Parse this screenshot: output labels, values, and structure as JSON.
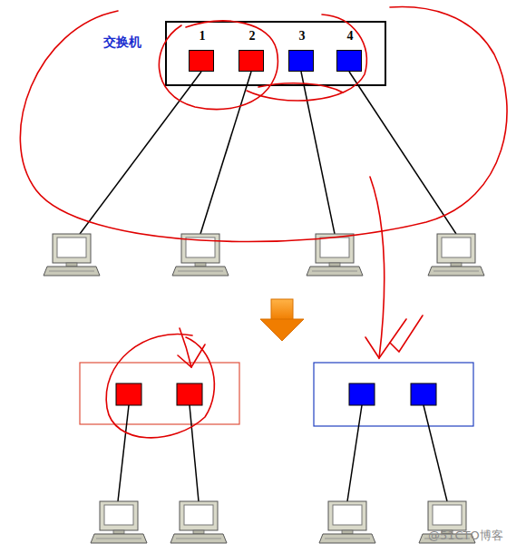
{
  "diagram": {
    "nodes": [
      {
        "text": [
          "交换机"
        ]
      },
      {
        "text": [
          "1"
        ],
        "in": 0
      },
      {
        "text": [
          "2"
        ],
        "in": 0
      },
      {
        "text": [
          "3"
        ],
        "in": 0
      },
      {
        "text": [
          "4"
        ],
        "in": 0
      }
    ],
    "labels": [
      "@51CTO博客"
    ]
  }
}
